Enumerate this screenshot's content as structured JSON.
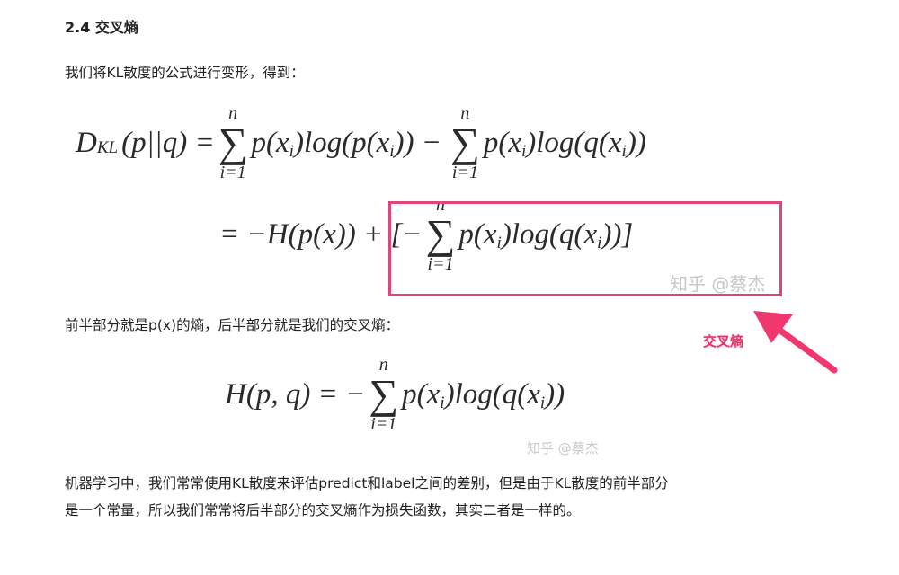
{
  "heading": "2.4 交叉熵",
  "para1": "我们将KL散度的公式进行变形，得到：",
  "formula1": {
    "line1": {
      "lhs": "D",
      "lhs_sub": "KL",
      "lhs_args": "(p||q) =",
      "term1": "p(x",
      "term1_end": ")log(p(x",
      "term1_close": ")) −",
      "term2": "p(x",
      "term2_end": ")log(q(x",
      "term2_close": "))"
    },
    "line2": {
      "prefix": "= −H(p(x)) + [−",
      "term": "p(x",
      "term_end": ")log(q(x",
      "term_close": "))]"
    },
    "sum_top": "n",
    "sum_bottom": "i=1",
    "sum_symbol": "∑",
    "index": "i"
  },
  "watermark": "知乎 @蔡杰",
  "annotation": {
    "label": "交叉熵",
    "color": "#e8336d",
    "box_color": "#e0457b"
  },
  "para2": "前半部分就是p(x)的熵，后半部分就是我们的交叉熵：",
  "formula2": {
    "lhs": "H(p, q) = −",
    "term": "p(x",
    "term_end": ")log(q(x",
    "term_close": "))"
  },
  "para3_line1": "机器学习中，我们常常使用KL散度来评估predict和label之间的差别，但是由于KL散度的前半部分",
  "para3_line2": "是一个常量，所以我们常常将后半部分的交叉熵作为损失函数，其实二者是一样的。"
}
